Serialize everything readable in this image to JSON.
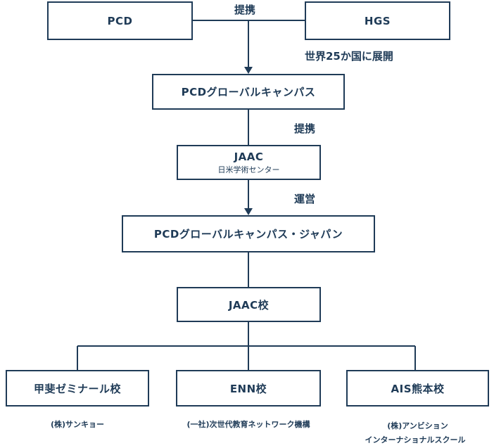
{
  "nodes": {
    "pcd": "PCD",
    "hgs": "HGS",
    "global": "PCDグローバルキャンパス",
    "jaac": "JAAC",
    "jaac_sub": "日米学術センター",
    "japan": "PCDグローバルキャンパス・ジャパン",
    "jaac_school": "JAAC校",
    "kofu": "甲斐ゼミナール校",
    "enn": "ENN校",
    "ais": "AIS熊本校"
  },
  "edges": {
    "partner_top": "提携",
    "expansion": "世界25か国に展開",
    "partner_mid": "提携",
    "operate": "運営"
  },
  "operators": {
    "kofu": "(株)サンキョー",
    "enn": "(一社)次世代教育ネットワーク機構",
    "ais_line1": "(株)アンビション",
    "ais_line2": "インターナショナルスクール"
  },
  "colors": {
    "line": "#1f3b57",
    "text": "#1f3b57"
  }
}
